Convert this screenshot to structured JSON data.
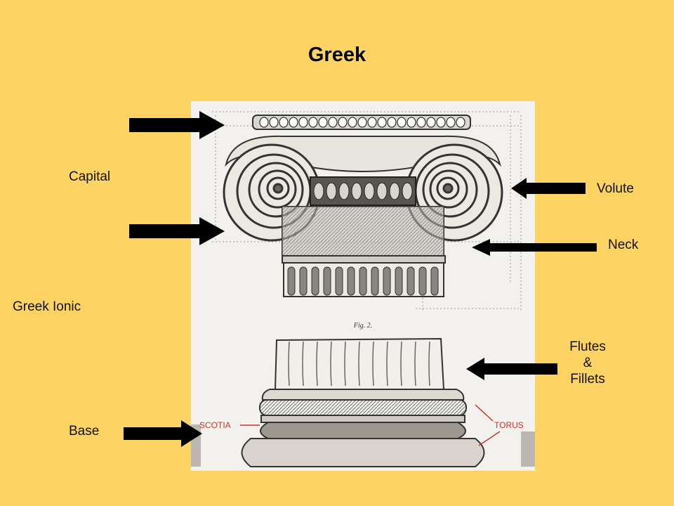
{
  "title": "Greek",
  "labels": {
    "capital": "Capital",
    "greek_ionic": "Greek Ionic",
    "base": "Base",
    "volute": "Volute",
    "neck": "Neck",
    "flutes_line1": "Flutes",
    "flutes_line2": "&",
    "flutes_line3": "Fillets"
  },
  "engraving": {
    "fig_caption": "Fig. 2.",
    "scotia": "SCOTIA",
    "torus": "TORUS"
  },
  "colors": {
    "background": "#FDD364",
    "arrow": "#000000",
    "annotation_red": "#C8342A"
  }
}
